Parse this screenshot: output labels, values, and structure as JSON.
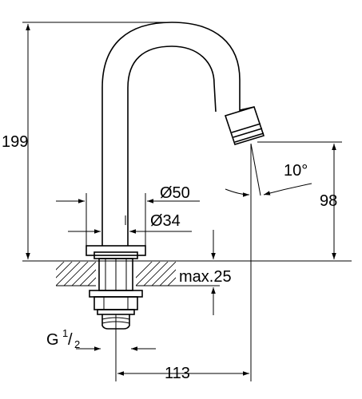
{
  "dimensions": {
    "height_total": "199",
    "height_outlet": "98",
    "diameter_base": "Ø50",
    "diameter_shank": "Ø34",
    "max_thickness": "max.25",
    "thread_prefix": "G",
    "thread_numerator": "1",
    "thread_separator": "/",
    "thread_denominator": "2",
    "reach": "113",
    "angle": "10°"
  }
}
